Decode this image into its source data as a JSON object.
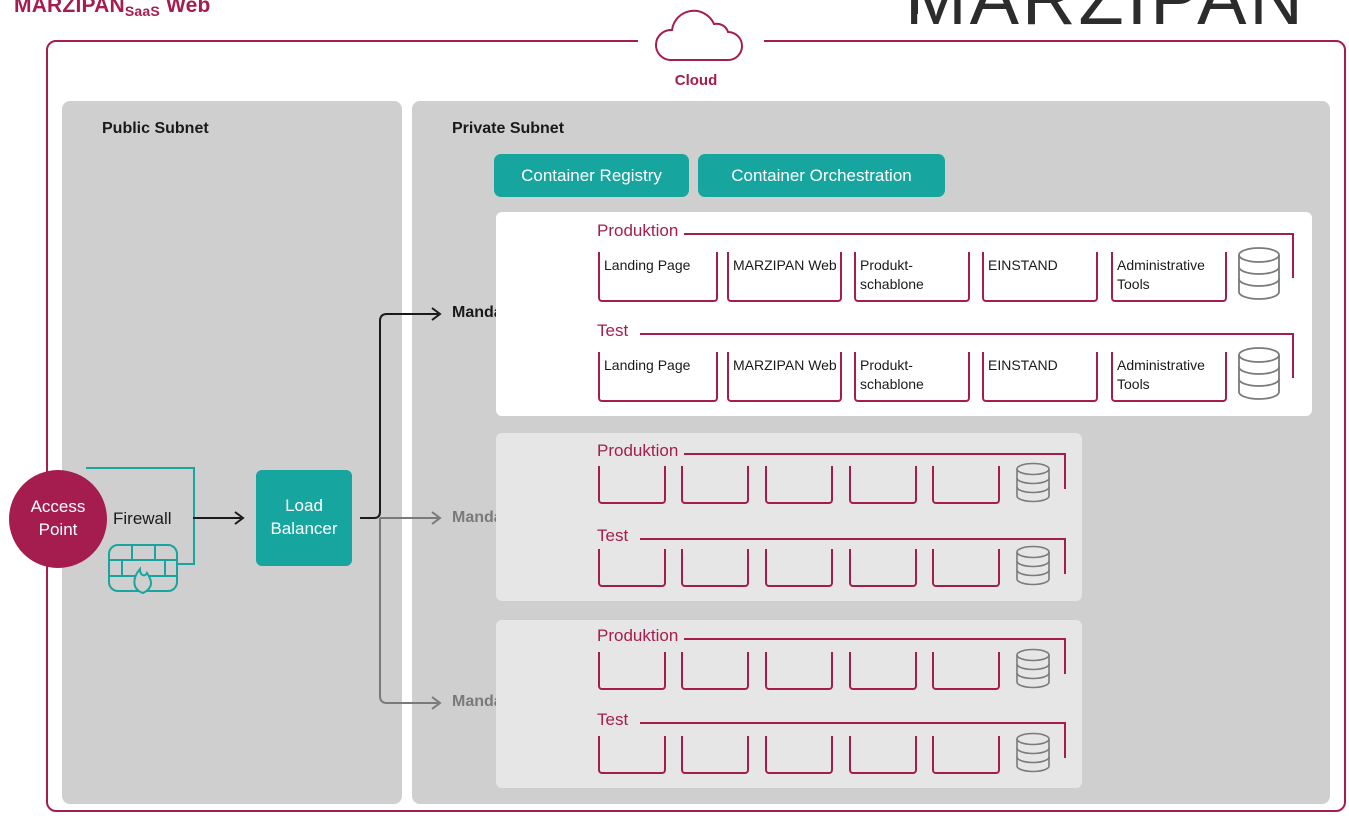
{
  "header": {
    "title_main": "MARZIPAN",
    "title_sub": "SaaS",
    "title_tail": " Web",
    "brand": "MARZIPAN"
  },
  "cloud": {
    "label": "Cloud"
  },
  "public_subnet": {
    "title": "Public Subnet",
    "access_point": "Access Point",
    "firewall": "Firewall",
    "load_balancer": "Load Balancer"
  },
  "private_subnet": {
    "title": "Private Subnet",
    "container_registry": "Container Registry",
    "container_orchestration": "Container Orchestration"
  },
  "mandants": [
    {
      "name": "Mandant A",
      "active": true
    },
    {
      "name": "Mandant B",
      "active": false
    },
    {
      "name": "Mandant C",
      "active": false
    }
  ],
  "environments": {
    "prod": "Produktion",
    "test": "Test"
  },
  "apps": [
    "Landing Page",
    "MARZIPAN Web",
    "Produkt-\nschablone",
    "EINSTAND",
    "Administrative Tools"
  ],
  "colors": {
    "brand": "#a51d4e",
    "teal": "#17a5a0",
    "subnet_bg": "#cfcfcf",
    "inactive_panel": "#e6e6e6",
    "inactive_text": "#7a7a7a"
  }
}
